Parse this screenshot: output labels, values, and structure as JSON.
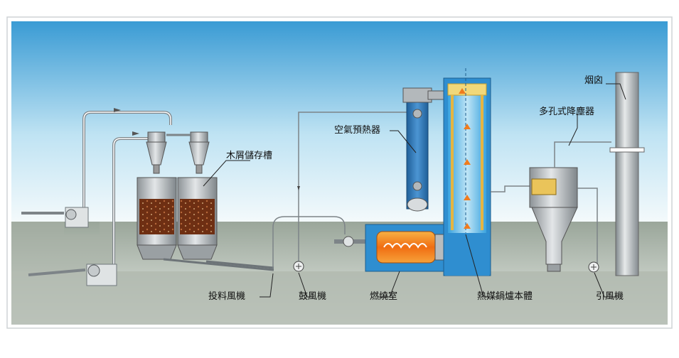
{
  "labels": {
    "chimney": "烟囟",
    "multi_hole_dust_collector": "多孔式降塵器",
    "air_preheater": "空氣預熱器",
    "sawdust_storage_tank": "木屑儲存槽",
    "feed_fan": "投料風機",
    "blower": "鼓風機",
    "combustion_chamber": "燃燒室",
    "thermal_oil_boiler_body": "熱媒鍋爐本體",
    "induced_draft_fan": "引風機"
  },
  "colors": {
    "sky_top": "#3a9bd4",
    "sky_bottom": "#ffffff",
    "ground": "#a9b3a7",
    "tank_body": "#b8bcbe",
    "sawdust": "#7a3a1a",
    "preheater": "#2e78b9",
    "boiler_inner": "#5db8e6",
    "coil": "#e5b542",
    "flame": "#f07c1e",
    "chamber_blue": "#2f8ed0"
  }
}
